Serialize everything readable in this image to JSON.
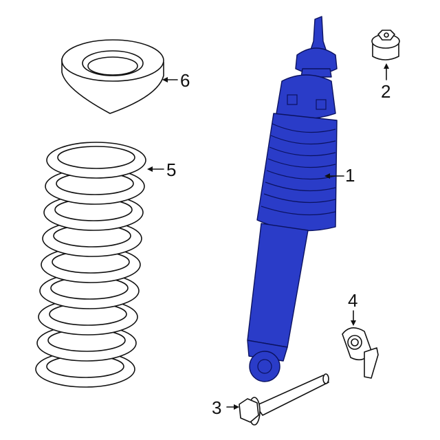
{
  "diagram": {
    "callouts": [
      {
        "number": "1",
        "part": "shock-absorber"
      },
      {
        "number": "2",
        "part": "nut"
      },
      {
        "number": "3",
        "part": "bolt"
      },
      {
        "number": "4",
        "part": "bracket"
      },
      {
        "number": "5",
        "part": "coil-spring"
      },
      {
        "number": "6",
        "part": "spring-seat"
      }
    ],
    "colors": {
      "highlight": "#2a3cc8",
      "line": "#111111"
    }
  }
}
